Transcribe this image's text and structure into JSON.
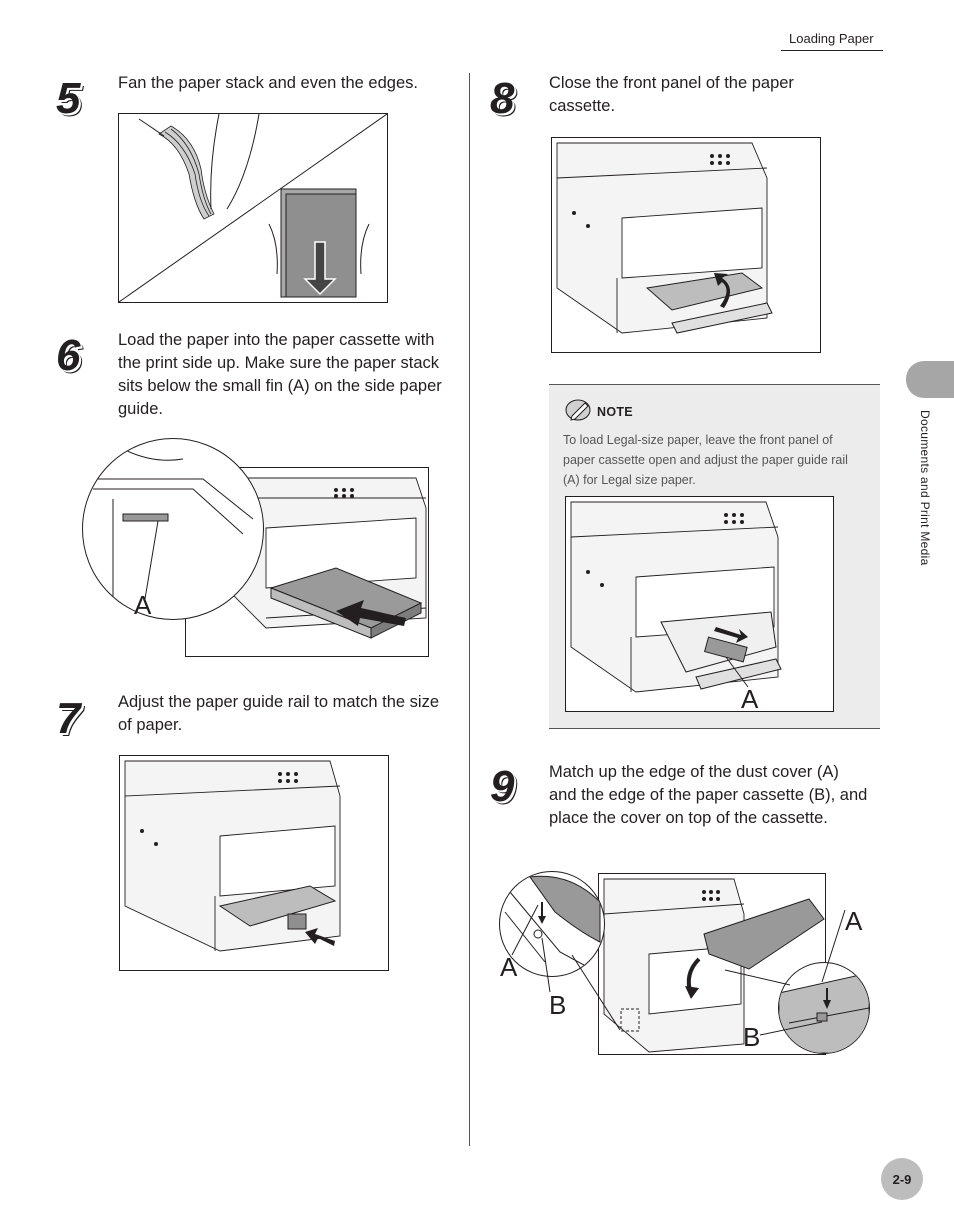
{
  "header": {
    "title": "Loading Paper"
  },
  "side_tab": {
    "label": "Documents and Print Media"
  },
  "page_number": "2-9",
  "steps": [
    {
      "number": "5",
      "text": "Fan the paper stack and even the edges."
    },
    {
      "number": "6",
      "text": "Load the paper into the paper cassette with the print side up. Make sure the paper stack sits below the small fin (A) on the side paper guide."
    },
    {
      "number": "7",
      "text": "Adjust the paper guide rail to match the size of paper."
    },
    {
      "number": "8",
      "text": "Close the front panel of the paper cassette."
    },
    {
      "number": "9",
      "text": "Match up the edge of the dust cover (A) and the edge of the paper cassette (B), and place the cover on top of the cassette."
    }
  ],
  "note": {
    "label": "NOTE",
    "text": "To load Legal-size paper, leave the front panel of paper cassette open and adjust the paper guide rail (A) for Legal size paper."
  },
  "callouts": {
    "a": "A",
    "b": "B"
  }
}
